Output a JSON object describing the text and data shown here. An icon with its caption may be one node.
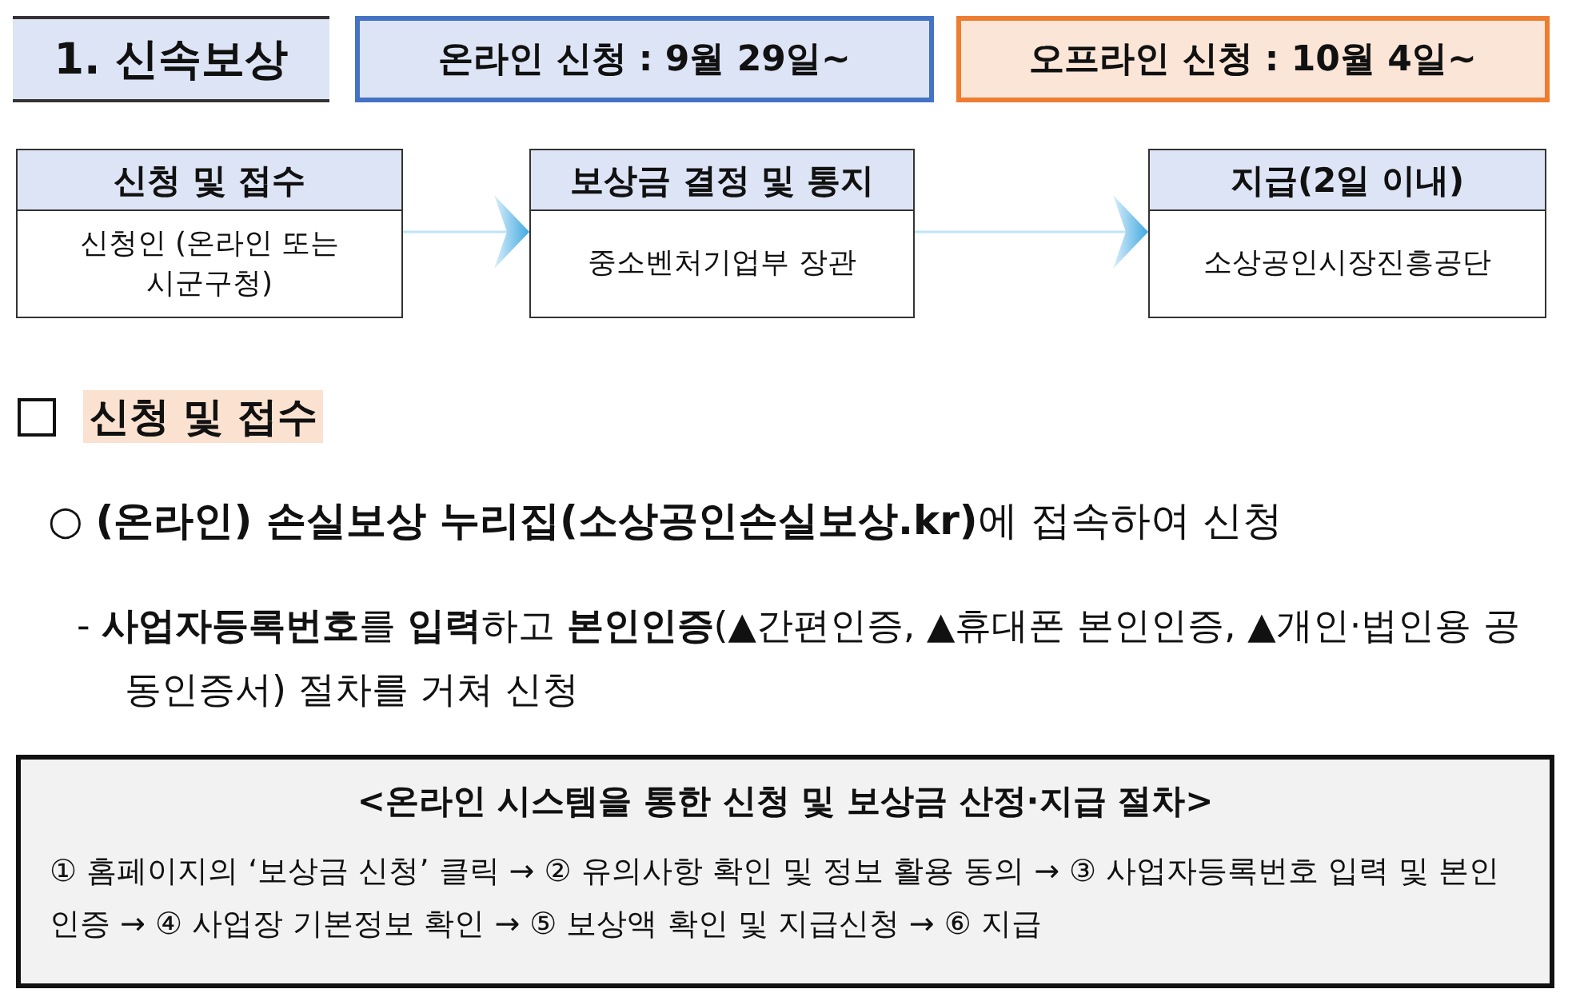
{
  "diagram": {
    "nodes": [
      {
        "text": [
          "1. 신속보상"
        ]
      },
      {
        "text": [
          "온라인 신청 : 9월 29일~"
        ]
      },
      {
        "text": [
          "오프라인 신청 : 10월 4일~"
        ]
      },
      {
        "text": [
          "신청 및 접수",
          "신청인 (온라인 또는 시군구청)"
        ]
      },
      {
        "text": [
          "보상금 결정 및 통지",
          "중소벤처기업부 장관"
        ]
      },
      {
        "text": [
          "지급(2일 이내)",
          "소상공인시장진흥공단"
        ]
      },
      {
        "text": [
          "<온라인 시스템을 통한 신청 및 보상금 산정·지급 절차>",
          "① 홈페이지의 ‘보상금 신청’ 클릭 → ② 유의사항 확인 및 정보 활용 동의 → ③ 사업자등록번호 입력 및 본인인증 → ④ 사업장 기본정보 확인 → ⑤ 보상액 확인 및 지급신청 → ⑥ 지급"
        ]
      }
    ],
    "edges": [
      {
        "from": 3,
        "to": 4,
        "arrow": "to"
      },
      {
        "from": 4,
        "to": 5,
        "arrow": "to"
      }
    ],
    "labels": [
      "신청 및 접수",
      "○ **(온라인) 손실보상 누리집(소상공인손실보상.kr)**에 접속하여 신청",
      "- **사업자등록번호**를 **입력**하고 **본인인증**(▲간편인증, ▲휴대폰 본인인증, ▲개인·법인용 공동인증서) 절차를 거쳐 신청"
    ]
  }
}
